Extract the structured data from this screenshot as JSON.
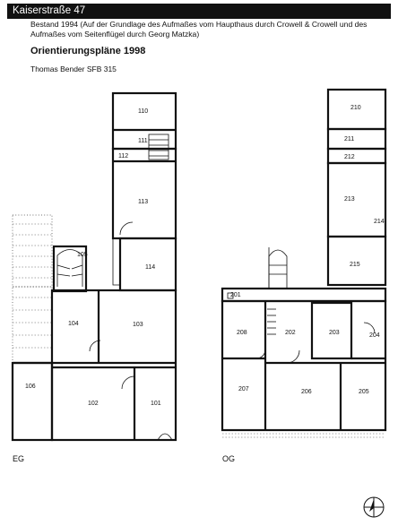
{
  "header": {
    "title": "Kaiserstraße 47"
  },
  "description": "Bestand 1994 (Auf der Grundlage des Aufmaßes vom Haupthaus durch Crowell & Crowell und des Aufmaßes vom Seitenflügel durch Georg Matzka)",
  "heading": "Orientierungspläne 1998",
  "author": "Thomas Bender SFB 315",
  "floors": {
    "eg": {
      "label": "EG",
      "rooms": [
        "110",
        "111",
        "112",
        "113",
        "114",
        "105",
        "104",
        "103",
        "106",
        "102",
        "101"
      ]
    },
    "og": {
      "label": "OG",
      "rooms": [
        "210",
        "211",
        "212",
        "213",
        "214",
        "215",
        "201",
        "208",
        "202",
        "203",
        "204",
        "207",
        "206",
        "205"
      ]
    }
  },
  "north_arrow": {
    "icon": "north-arrow-icon"
  }
}
